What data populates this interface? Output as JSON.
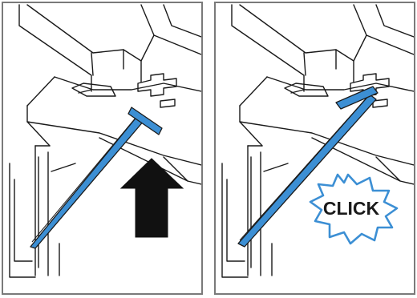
{
  "panels": [
    {
      "step": "lift",
      "arrow": "up"
    },
    {
      "step": "snap-in",
      "callout": "CLICK"
    }
  ],
  "colors": {
    "strap": "#3c8fd4",
    "strap_outline": "#1a1a1a",
    "arrow": "#111111",
    "callout_outline": "#3c8fd4",
    "frame": "#7a7a7a"
  }
}
